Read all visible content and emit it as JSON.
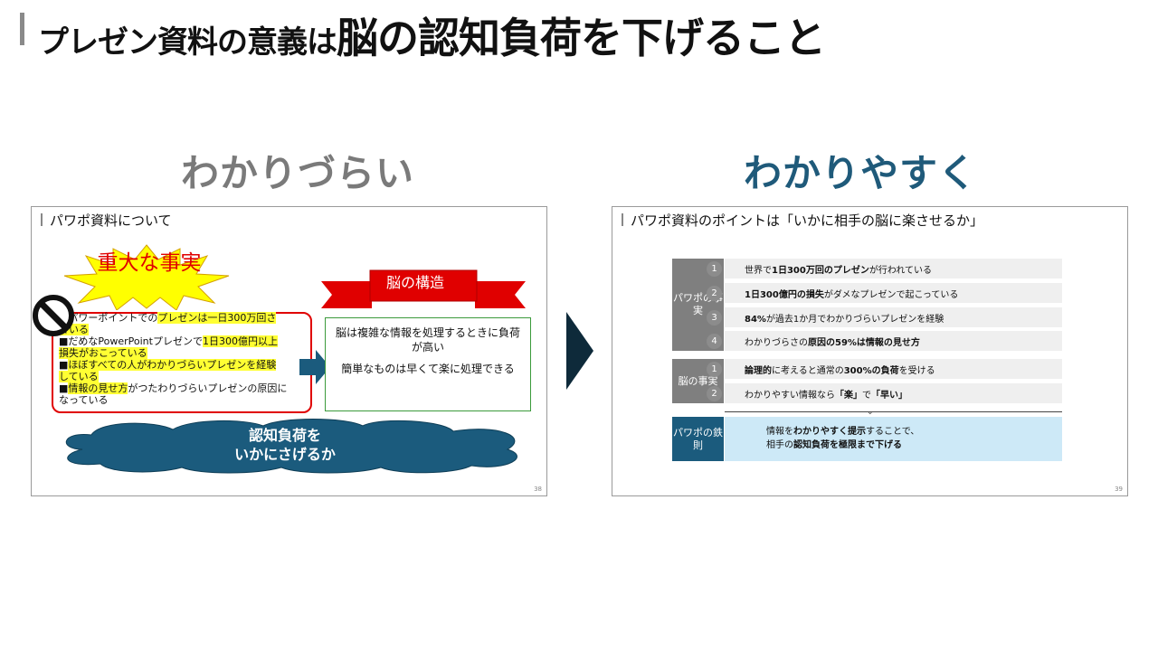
{
  "title": {
    "part1": "プレゼン資料の意義は",
    "part2": "脳の認知負荷を下げること"
  },
  "labels": {
    "bad": "わかりづらい",
    "good": "わかりやすく"
  },
  "bad_slide": {
    "title": "パワポ資料について",
    "burst_text": "重大な事実",
    "ribbon_text": "脳の構造",
    "facts": [
      {
        "pre": "■パワーポイントでの",
        "hl": "プレゼンは一日300万回さ",
        "hl2": "ている",
        "post": ""
      },
      {
        "pre": "■だめなPowerPointプレゼンで",
        "hl": "1日300億円以上",
        "hl2": "損失がおこっている",
        "post": ""
      },
      {
        "pre": "■",
        "hl": "ほぼすべての人がわかりづらいプレゼンを経験",
        "hl2": "している",
        "post": ""
      },
      {
        "pre": "■",
        "hl": "情報の見せ方",
        "hl2": "",
        "post": "がつたわりづらいプレゼンの原因になっている"
      }
    ],
    "brain_text1": "脳は複雑な情報を処理するときに負荷が高い",
    "brain_text2": "簡単なものは早くて楽に処理できる",
    "cloud_line1": "認知負荷を",
    "cloud_line2": "いかにさげるか",
    "page": "38"
  },
  "good_slide": {
    "title": "パワポ資料のポイントは「いかに相手の脳に楽させるか」",
    "group1_label": "パワポの事実",
    "group2_label": "脳の事実",
    "rule_label": "パワポの鉄則",
    "rows1": [
      {
        "num": "1",
        "a": "世界で",
        "b": "1日300万回のプレゼン",
        "c": "が行われている"
      },
      {
        "num": "2",
        "a": "",
        "b": "1日300億円の損失",
        "c": "がダメなプレゼンで起こっている"
      },
      {
        "num": "3",
        "a": "",
        "b": "84%",
        "c": "が過去1か月でわかりづらいプレゼンを経験"
      },
      {
        "num": "4",
        "a": "わかりづらさの",
        "b": "原因の59%は情報の見せ方",
        "c": ""
      }
    ],
    "rows2": [
      {
        "num": "1",
        "a": "",
        "b": "論理的",
        "c": "に考えると通常の",
        "d": "300%の負荷",
        "e": "を受ける"
      },
      {
        "num": "2",
        "a": "わかりやすい情報なら",
        "b": "「楽」",
        "c": "で",
        "d": "「早い」",
        "e": ""
      }
    ],
    "rule_line1_a": "情報を",
    "rule_line1_b": "わかりやすく提示",
    "rule_line1_c": "することで、",
    "rule_line2_a": "相手の",
    "rule_line2_b": "認知負荷を極限まで下げる",
    "page": "39"
  },
  "colors": {
    "accent_blue": "#1b5b7d",
    "good_label": "#1f5a7a",
    "bad_label": "#7a7a7a",
    "highlight": "#ffff33",
    "alert_red": "#e00000"
  },
  "icons": [
    "no-entry-icon",
    "right-arrow-icon",
    "chevron-down-icon"
  ]
}
